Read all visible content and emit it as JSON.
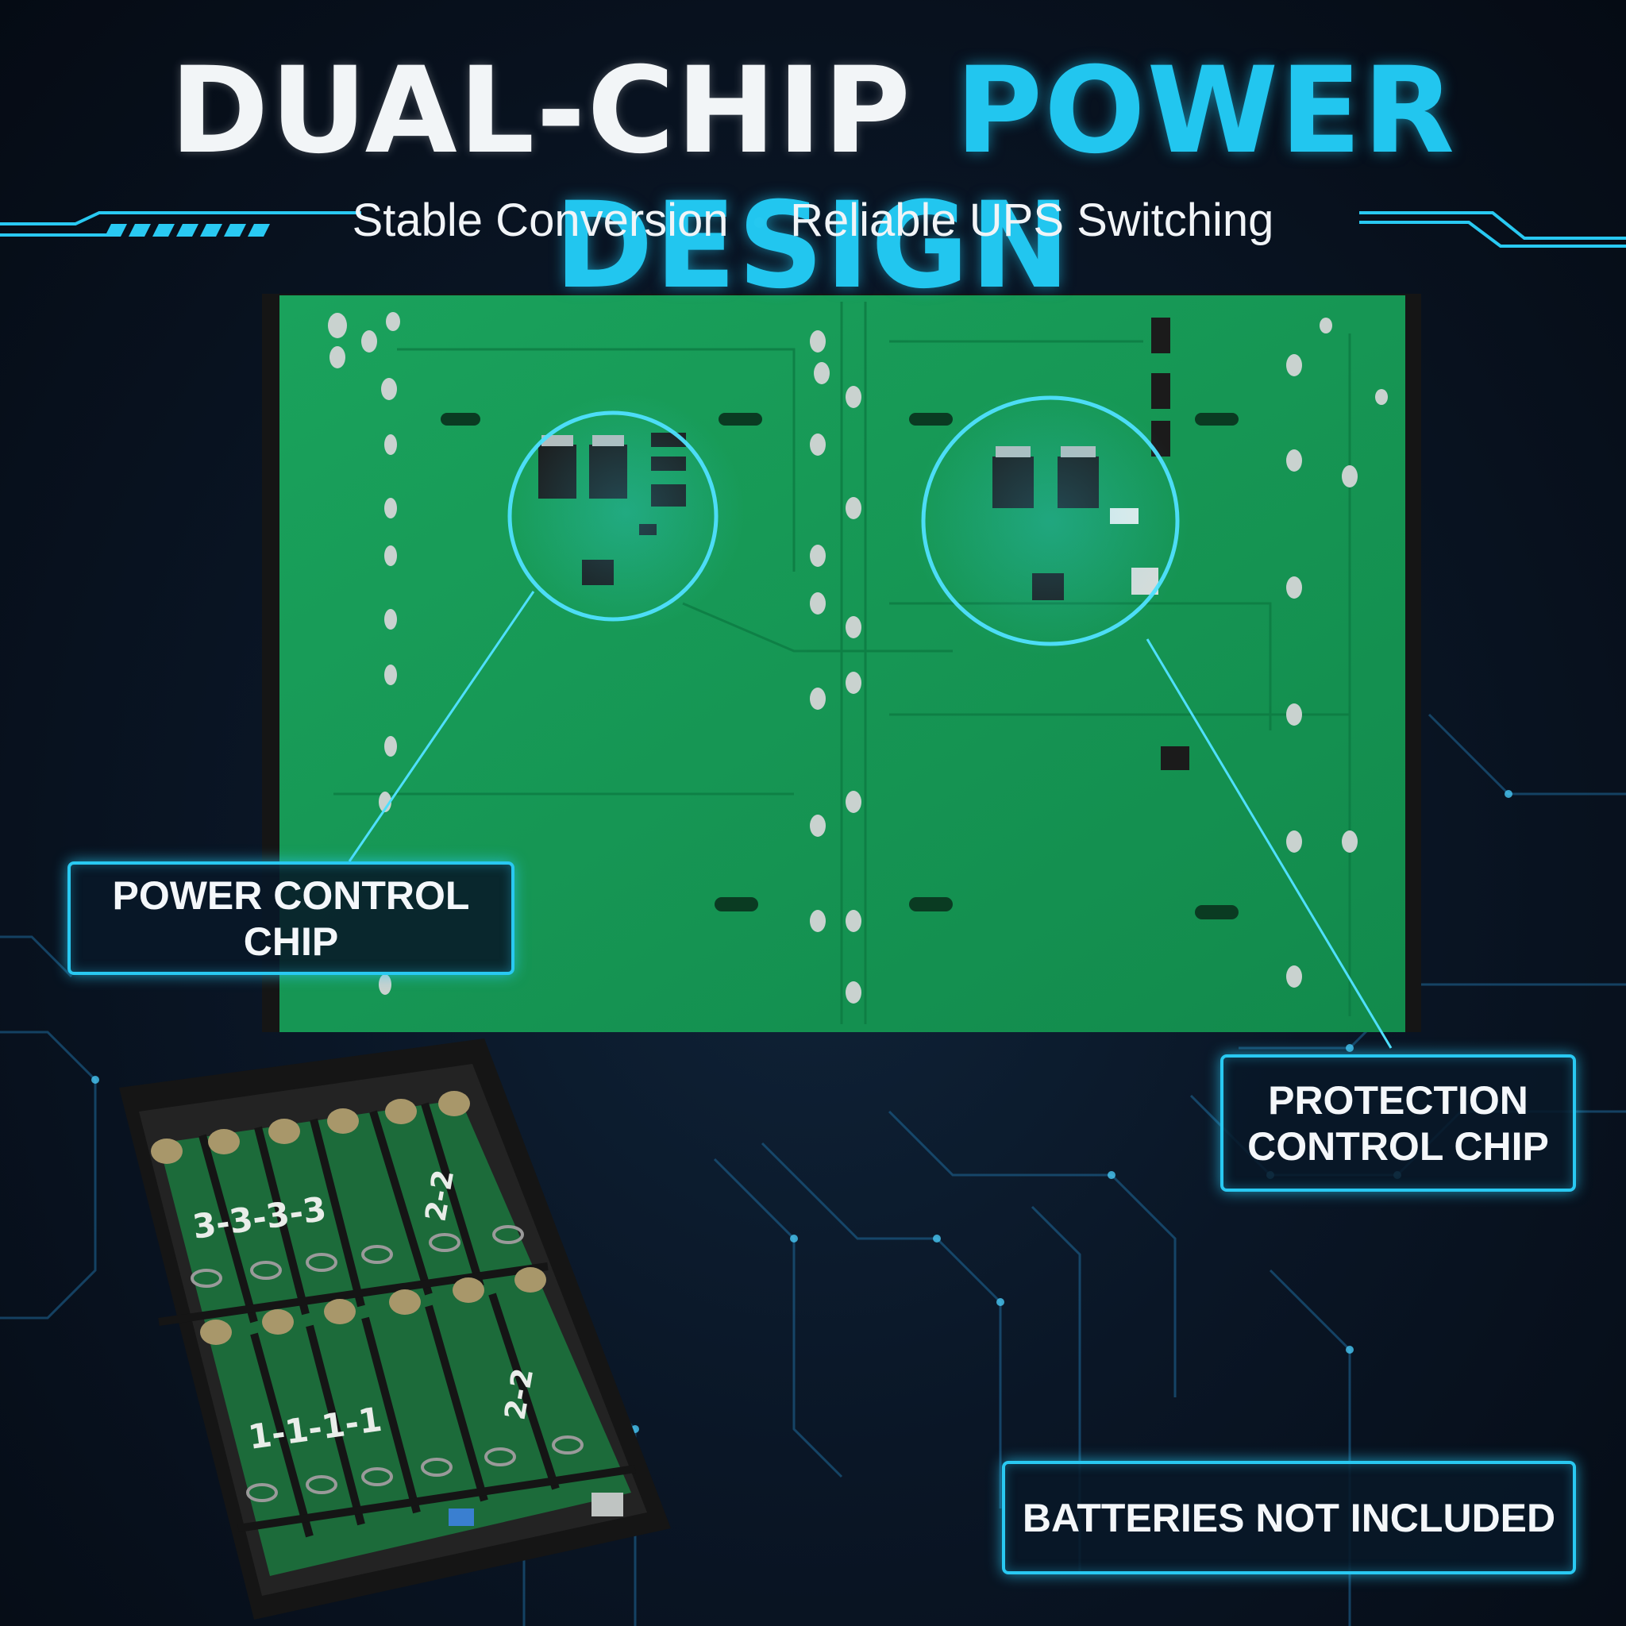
{
  "header": {
    "title_part1": "DUAL-CHIP",
    "title_part2": "POWER DESIGN",
    "subtitle_left": "Stable Conversion",
    "subtitle_separator": "•",
    "subtitle_right": "Reliable UPS Switching"
  },
  "callouts": {
    "power_control": "POWER CONTROL CHIP",
    "protection_line1": "PROTECTION",
    "protection_line2": "CONTROL CHIP",
    "batteries": "BATTERIES NOT INCLUDED"
  },
  "battery_box": {
    "top_markings": "3-3-3-3",
    "top_markings_side": "2-2",
    "bottom_markings": "1-1-1-1",
    "bottom_markings_side": "2-2"
  },
  "colors": {
    "accent": "#29c9f2",
    "pcb_green": "#159a55",
    "background": "#0a1626"
  }
}
